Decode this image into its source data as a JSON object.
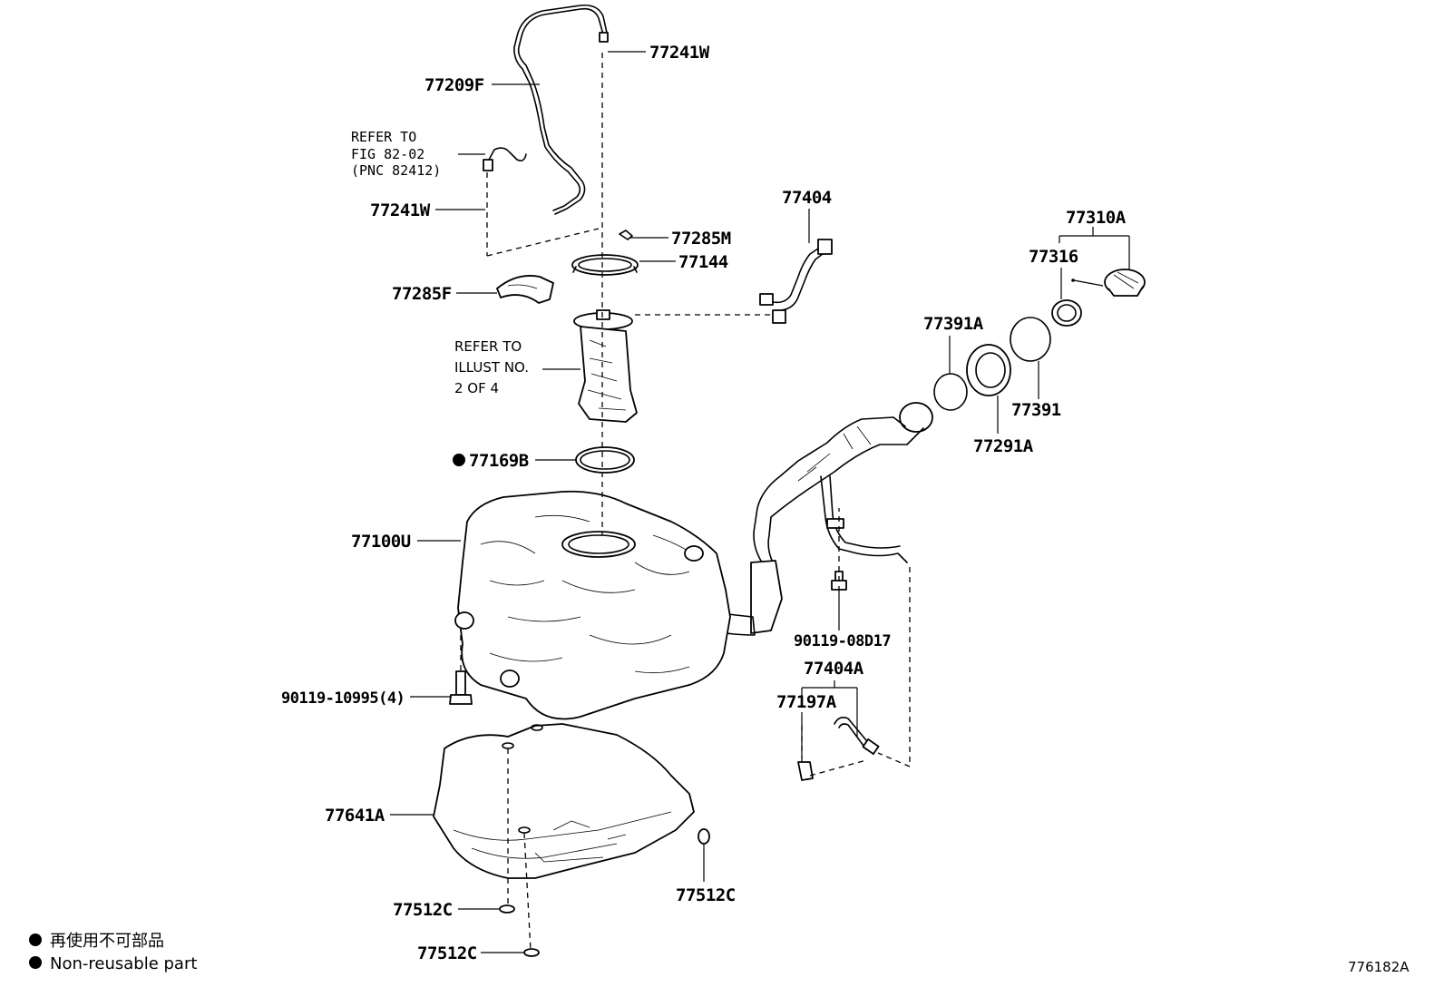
{
  "figure_code": "776182A",
  "legend": {
    "jp": "再使用不可部品",
    "en": "Non-reusable part"
  },
  "refer_fig": {
    "line1": "REFER TO",
    "line2": "FIG 82-02",
    "line3": "(PNC 82412)"
  },
  "refer_illust": {
    "line1": "REFER TO",
    "line2": "ILLUST NO.",
    "line3": "2 OF 4"
  },
  "parts": {
    "p77241w_top": "77241W",
    "p77209f": "77209F",
    "p77241w_left": "77241W",
    "p77285m": "77285M",
    "p77144": "77144",
    "p77285f": "77285F",
    "p77404": "77404",
    "p77310a": "77310A",
    "p77316": "77316",
    "p77391a": "77391A",
    "p77391": "77391",
    "p77291a": "77291A",
    "p77169b": "77169B",
    "p77100u": "77100U",
    "p90119_08d17": "90119-08D17",
    "p77404a": "77404A",
    "p77197a": "77197A",
    "p90119_10995": "90119-10995(4)",
    "p77641a": "77641A",
    "p77512c_right": "77512C",
    "p77512c_mid": "77512C",
    "p77512c_bottom": "77512C"
  }
}
